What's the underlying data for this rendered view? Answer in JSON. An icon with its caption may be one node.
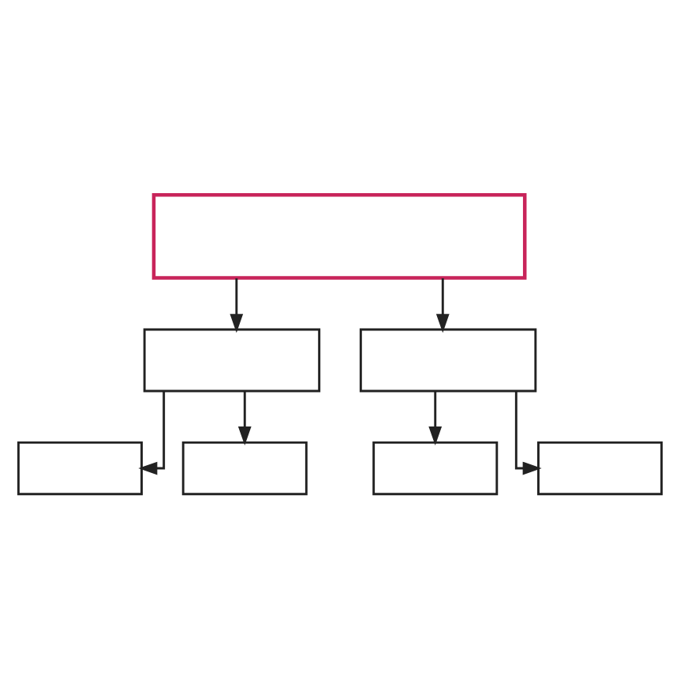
{
  "diagram": {
    "nodes": [
      {
        "text": [],
        "shape": "box"
      },
      {
        "text": [],
        "shape": "box"
      },
      {
        "text": [],
        "shape": "box"
      },
      {
        "text": [],
        "shape": "box"
      },
      {
        "text": [],
        "shape": "box"
      },
      {
        "text": [],
        "shape": "box"
      },
      {
        "text": [],
        "shape": "box"
      }
    ],
    "edges": [
      {
        "from": 0,
        "to": 1,
        "arrow": "to"
      },
      {
        "from": 0,
        "to": 2,
        "arrow": "to"
      },
      {
        "from": 1,
        "to": 3,
        "arrow": "to"
      },
      {
        "from": 1,
        "to": 4,
        "arrow": "to"
      },
      {
        "from": 2,
        "to": 5,
        "arrow": "to"
      },
      {
        "from": 2,
        "to": 6,
        "arrow": "to"
      }
    ]
  }
}
